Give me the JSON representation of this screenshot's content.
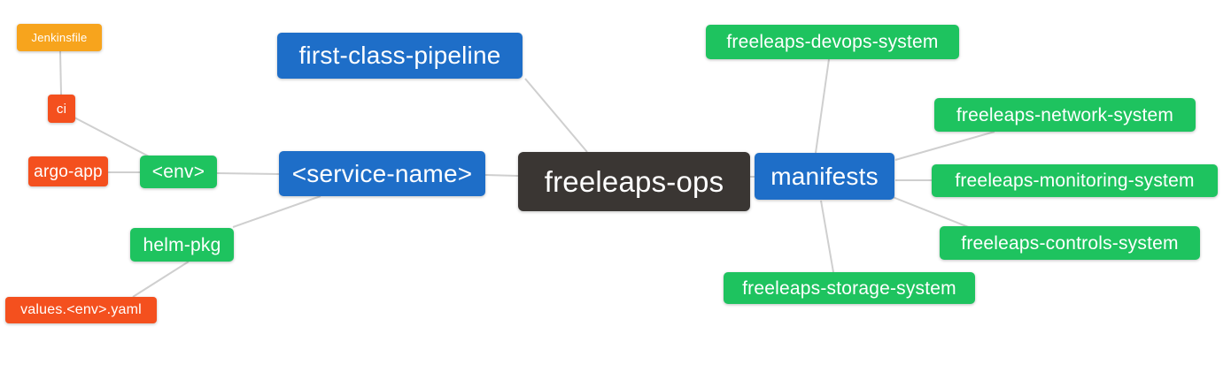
{
  "diagram": {
    "type": "mindmap",
    "root_label": "freeleaps-ops"
  },
  "nodes": {
    "freeleaps_ops": {
      "label": "freeleaps-ops",
      "color": "dark",
      "level": 0
    },
    "first_class_pipeline": {
      "label": "first-class-pipeline",
      "color": "blue",
      "level": 1
    },
    "service_name": {
      "label": "<service-name>",
      "color": "blue",
      "level": 1
    },
    "manifests": {
      "label": "manifests",
      "color": "blue",
      "level": 1
    },
    "env": {
      "label": "<env>",
      "color": "green",
      "level": 2
    },
    "helm_pkg": {
      "label": "helm-pkg",
      "color": "green",
      "level": 2
    },
    "argo_app": {
      "label": "argo-app",
      "color": "red",
      "level": 3
    },
    "ci": {
      "label": "ci",
      "color": "red",
      "level": 3
    },
    "jenkinsfile": {
      "label": "Jenkinsfile",
      "color": "orange",
      "level": 4
    },
    "values_env_yaml": {
      "label": "values.<env>.yaml",
      "color": "red",
      "level": 3
    },
    "devops_system": {
      "label": "freeleaps-devops-system",
      "color": "green",
      "level": 2
    },
    "network_system": {
      "label": "freeleaps-network-system",
      "color": "green",
      "level": 2
    },
    "monitoring_system": {
      "label": "freeleaps-monitoring-system",
      "color": "green",
      "level": 2
    },
    "controls_system": {
      "label": "freeleaps-controls-system",
      "color": "green",
      "level": 2
    },
    "storage_system": {
      "label": "freeleaps-storage-system",
      "color": "green",
      "level": 2
    }
  },
  "edges": [
    [
      "freeleaps-ops",
      "first-class-pipeline"
    ],
    [
      "freeleaps-ops",
      "<service-name>"
    ],
    [
      "freeleaps-ops",
      "manifests"
    ],
    [
      "<service-name>",
      "<env>"
    ],
    [
      "<service-name>",
      "helm-pkg"
    ],
    [
      "<env>",
      "ci"
    ],
    [
      "<env>",
      "argo-app"
    ],
    [
      "ci",
      "Jenkinsfile"
    ],
    [
      "helm-pkg",
      "values.<env>.yaml"
    ],
    [
      "manifests",
      "freeleaps-devops-system"
    ],
    [
      "manifests",
      "freeleaps-network-system"
    ],
    [
      "manifests",
      "freeleaps-monitoring-system"
    ],
    [
      "manifests",
      "freeleaps-controls-system"
    ],
    [
      "manifests",
      "freeleaps-storage-system"
    ]
  ],
  "colors": {
    "dark": "#3a3633",
    "blue": "#1e6ec8",
    "green": "#1ec35f",
    "red": "#f4501e",
    "orange": "#f7a41d",
    "edge": "#cfcfcf",
    "text": "#ffffff",
    "background": "#ffffff"
  }
}
